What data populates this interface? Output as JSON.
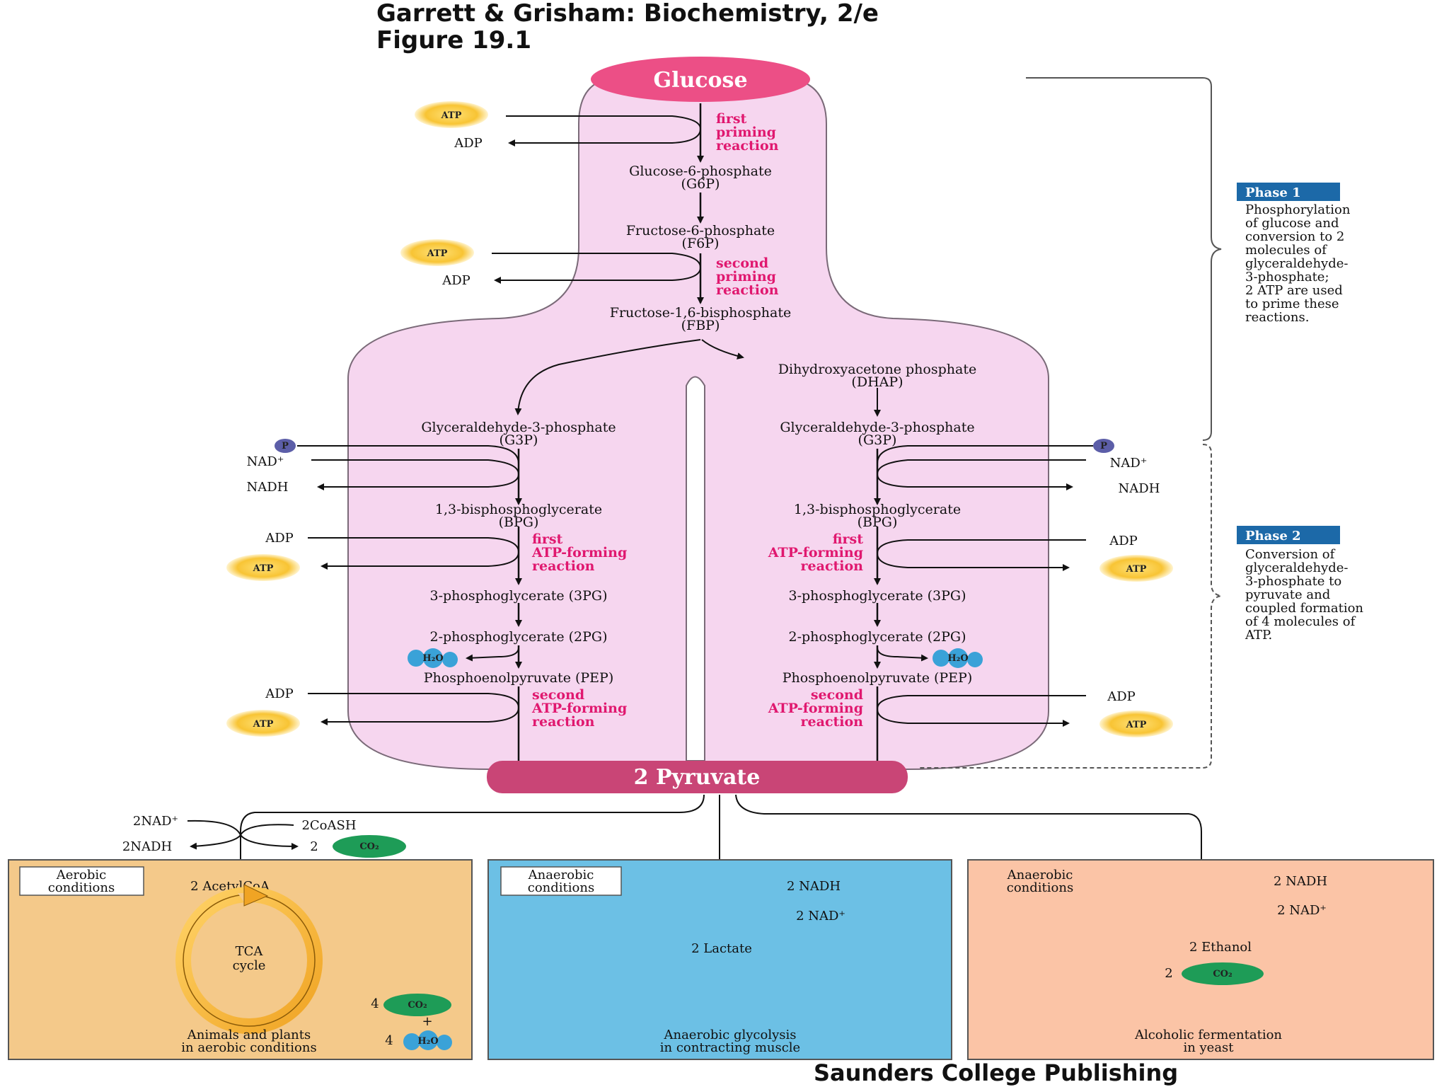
{
  "header": {
    "line1": "Garrett & Grisham: Biochemistry, 2/e",
    "line2": "Figure 19.1"
  },
  "footer": {
    "publisher": "Saunders College Publishing"
  },
  "colors": {
    "pathway_fill": "#f6d6ef",
    "glucose": "#ec4f86",
    "pyruvate": "#c94576",
    "atp": "#f8c434",
    "co2": "#1e9c57",
    "water": "#3aa2d8",
    "phosphate": "#5c5ea8",
    "phase_badge": "#1c69a8",
    "aerobic_box": "#f4c98a",
    "anaerobic_box": "#6cc0e5",
    "fermentation_box": "#fbc4a6",
    "reaction_label": "#e0186f"
  },
  "pathway": {
    "glucose": "Glucose",
    "g6p": [
      "Glucose-6-phosphate",
      "(G6P)"
    ],
    "f6p": [
      "Fructose-6-phosphate",
      "(F6P)"
    ],
    "fbp": [
      "Fructose-1,6-bisphosphate",
      "(FBP)"
    ],
    "dhap": [
      "Dihydroxyacetone phosphate",
      "(DHAP)"
    ],
    "g3p": [
      "Glyceraldehyde-3-phosphate",
      "(G3P)"
    ],
    "bpg": [
      "1,3-bisphosphoglycerate",
      "(BPG)"
    ],
    "pg3": "3-phosphoglycerate (3PG)",
    "pg2": "2-phosphoglycerate (2PG)",
    "pep": "Phosphoenolpyruvate (PEP)",
    "pyruvate": "2 Pyruvate"
  },
  "reactions": {
    "first_priming": [
      "first",
      "priming",
      "reaction"
    ],
    "second_priming": [
      "second",
      "priming",
      "reaction"
    ],
    "first_atp_forming": [
      "first",
      "ATP-forming",
      "reaction"
    ],
    "second_atp_forming": [
      "second",
      "ATP-forming",
      "reaction"
    ]
  },
  "cofactors": {
    "atp": "ATP",
    "adp": "ADP",
    "nad": "NAD⁺",
    "nadh": "NADH",
    "pi": "P",
    "h2o": "H₂O"
  },
  "phases": {
    "phase1": {
      "badge": "Phase 1",
      "lines": [
        "Phosphorylation",
        "of glucose and",
        "conversion to 2",
        "molecules of",
        "glyceraldehyde-",
        "3-phosphate;",
        "2 ATP are used",
        "to prime these",
        "reactions."
      ]
    },
    "phase2": {
      "badge": "Phase 2",
      "lines": [
        "Conversion of",
        "glyceraldehyde-",
        "3-phosphate to",
        "pyruvate and",
        "coupled formation",
        "of 4 molecules of",
        "ATP."
      ]
    }
  },
  "branches": {
    "aerobic_inputs": {
      "nad": "2NAD⁺",
      "nadh": "2NADH",
      "coash": "2CoASH",
      "co2_count": "2",
      "co2": "CO₂"
    },
    "aerobic": {
      "condition": [
        "Aerobic",
        "conditions"
      ],
      "product": "2 AcetylCoA",
      "cycle": [
        "TCA",
        "cycle"
      ],
      "co2_count": "4",
      "co2": "CO₂",
      "plus": "+",
      "h2o_count": "4",
      "h2o": "H₂O",
      "caption": [
        "Animals and plants",
        "in aerobic conditions"
      ]
    },
    "lactate": {
      "condition": [
        "Anaerobic",
        "conditions"
      ],
      "nadh": "2 NADH",
      "nad": "2 NAD⁺",
      "product": "2 Lactate",
      "caption": [
        "Anaerobic glycolysis",
        "in contracting muscle"
      ]
    },
    "ethanol": {
      "condition": [
        "Anaerobic",
        "conditions"
      ],
      "nadh": "2 NADH",
      "nad": "2 NAD⁺",
      "product": "2 Ethanol",
      "co2_count": "2",
      "co2": "CO₂",
      "caption": [
        "Alcoholic fermentation",
        "in yeast"
      ]
    }
  }
}
